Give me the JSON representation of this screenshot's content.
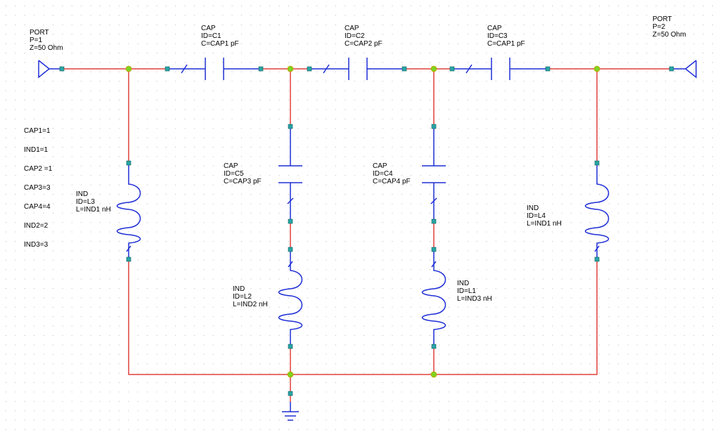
{
  "ports": [
    {
      "type": "PORT",
      "p": "P=1",
      "z": "Z=50 Ohm"
    },
    {
      "type": "PORT",
      "p": "P=2",
      "z": "Z=50 Ohm"
    }
  ],
  "series_caps": [
    {
      "type": "CAP",
      "id": "ID=C1",
      "value": "C=CAP1 pF"
    },
    {
      "type": "CAP",
      "id": "ID=C2",
      "value": "C=CAP2 pF"
    },
    {
      "type": "CAP",
      "id": "ID=C3",
      "value": "C=CAP1 pF"
    }
  ],
  "shunt_caps": [
    {
      "type": "CAP",
      "id": "ID=C5",
      "value": "C=CAP3 pF"
    },
    {
      "type": "CAP",
      "id": "ID=C4",
      "value": "C=CAP4 pF"
    }
  ],
  "inductors": [
    {
      "type": "IND",
      "id": "ID=L3",
      "value": "L=IND1 nH"
    },
    {
      "type": "IND",
      "id": "ID=L2",
      "value": "L=IND2 nH"
    },
    {
      "type": "IND",
      "id": "ID=L1",
      "value": "L=IND3 nH"
    },
    {
      "type": "IND",
      "id": "ID=L4",
      "value": "L=IND1 nH"
    }
  ],
  "equations": [
    "CAP1=1",
    "IND1=1",
    "CAP2 =1",
    "CAP3=3",
    "CAP4=4",
    "IND2=2",
    "IND3=3"
  ],
  "colors": {
    "wire": "#e0403c",
    "element": "#1f2fd6",
    "pin": "#2aa5a5",
    "node": "#7ed321",
    "grid": "#b8b8b8"
  }
}
